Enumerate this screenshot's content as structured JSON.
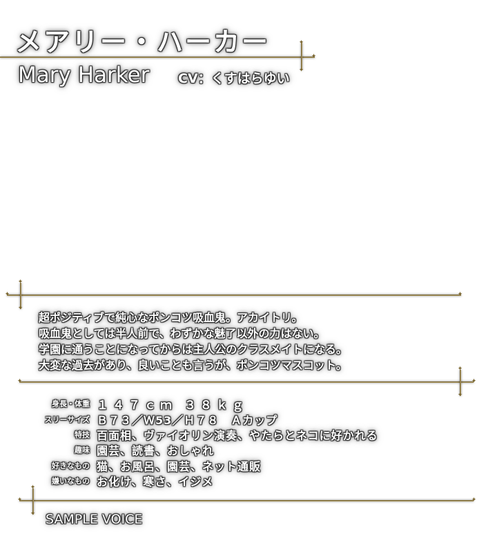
{
  "name_ja": "メアリー・ハーカー",
  "name_en": "Mary Harker",
  "cv": "CV：くすはらゆい",
  "description": [
    "超ポジティブで純心なポンコツ吸血鬼。アカイトリ。",
    "吸血鬼としては半人前で、わずかな魅了以外の力はない。",
    "学園に通うことになってからは主人公のクラスメイトになる。",
    "大変な過去があり、良いことも言うが、ポンコツマスコット。"
  ],
  "profile": [
    {
      "label": "身長・体重",
      "value": "１４７ｃｍ ３８ｋｇ"
    },
    {
      "label": "スリーサイズ",
      "value": "Ｂ７３／Ｗ53／Ｈ７８　Ａカップ"
    },
    {
      "label": "特技",
      "value": "百面相、ヴァイオリン演奏、やたらとネコに好かれる"
    },
    {
      "label": "趣味",
      "value": "園芸、読書、おしゃれ"
    },
    {
      "label": "好きなもの",
      "value": "猫、お風呂、園芸、ネット通販"
    },
    {
      "label": "嫌いなもの",
      "value": "お化け、寒さ、イジメ"
    }
  ],
  "sample_voice": "SAMPLE VOICE",
  "colors": {
    "ornament": "#8a7436",
    "text_fill": "#ffffff",
    "text_outline": "#2a2a2a"
  }
}
